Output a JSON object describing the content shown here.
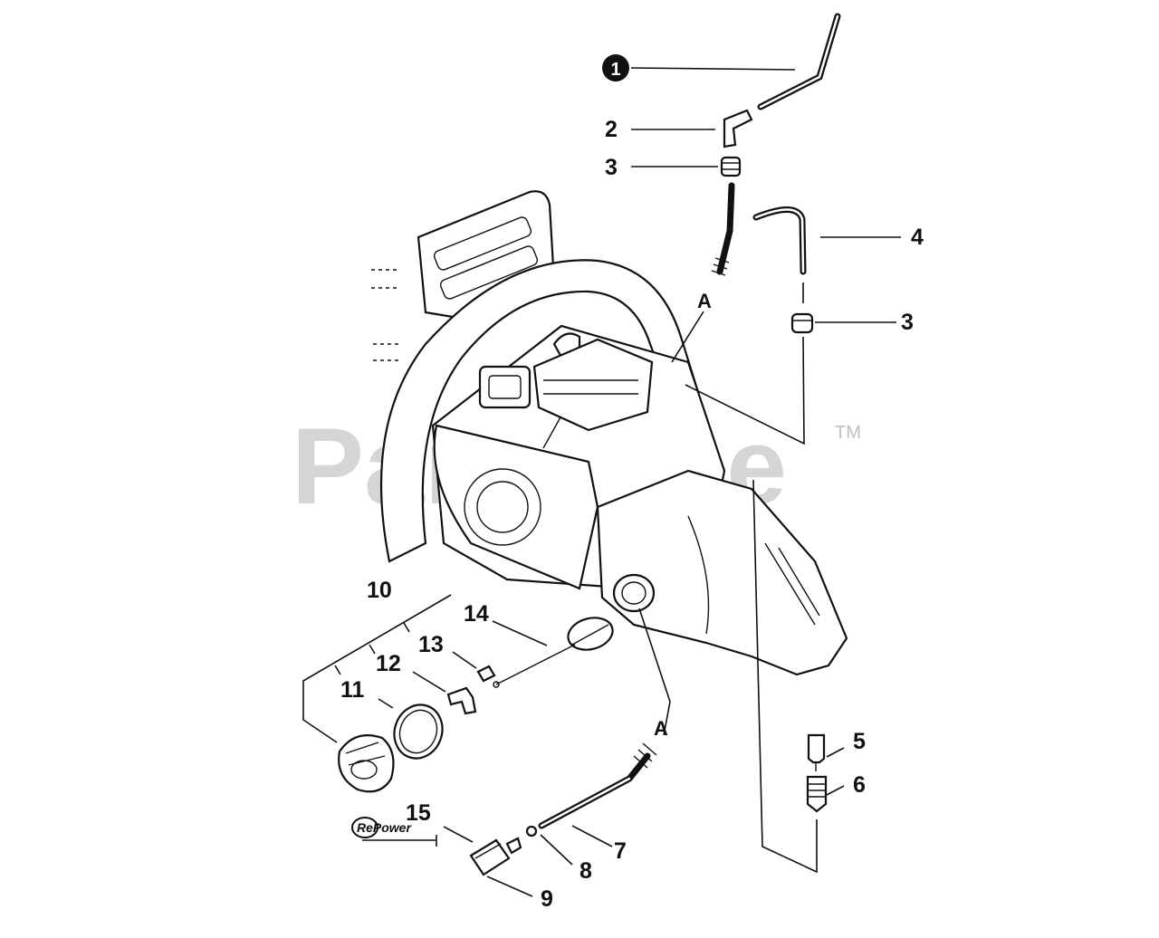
{
  "watermark": {
    "text": "PartsTree",
    "tm": "TM"
  },
  "callouts": {
    "c1": "1",
    "c2": "2",
    "c3a": "3",
    "c3b": "3",
    "c4": "4",
    "c5": "5",
    "c6": "6",
    "c7": "7",
    "c8": "8",
    "c9": "9",
    "c10": "10",
    "c11": "11",
    "c12": "12",
    "c13": "13",
    "c14": "14",
    "c15": "15"
  },
  "connection_markers": {
    "a_top": "A",
    "a_bottom": "A"
  },
  "logo": {
    "text": "RePower"
  },
  "icons": {
    "callout_1_badge": "filled-circle-badge",
    "logo": "repower-logo"
  }
}
